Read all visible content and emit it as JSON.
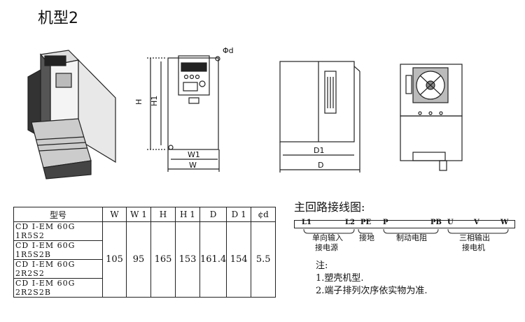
{
  "title": "机型2",
  "dimensions": {
    "phi_d": "Φd",
    "H": "H",
    "H1": "H1",
    "W1": "W1",
    "W": "W",
    "D1": "D1",
    "D": "D"
  },
  "spec_table": {
    "headers": [
      "型号",
      "W",
      "W 1",
      "H",
      "H 1",
      "D",
      "D 1",
      "¢d"
    ],
    "models": [
      "CD I-EM 60G 1R5S2",
      "CD I-EM 60G 1R5S2B",
      "CD I-EM 60G 2R2S2",
      "CD I-EM 60G 2R2S2B"
    ],
    "values": [
      "105",
      "95",
      "165",
      "153",
      "161.4",
      "154",
      "5.5"
    ]
  },
  "wiring": {
    "title": "主回路接线图:",
    "terminals": [
      "L1",
      "L2",
      "PE",
      "P",
      "PB",
      "U",
      "V",
      "W"
    ],
    "group_single_phase": "单向输入",
    "group_single_phase_2": "接电源",
    "group_ground": "接地",
    "group_brake": "制动电阻",
    "group_output": "三相输出",
    "group_output_2": "接电机"
  },
  "notes": {
    "heading": "注:",
    "items": [
      "1.塑壳机型.",
      "2.端子排列次序依实物为准."
    ]
  }
}
